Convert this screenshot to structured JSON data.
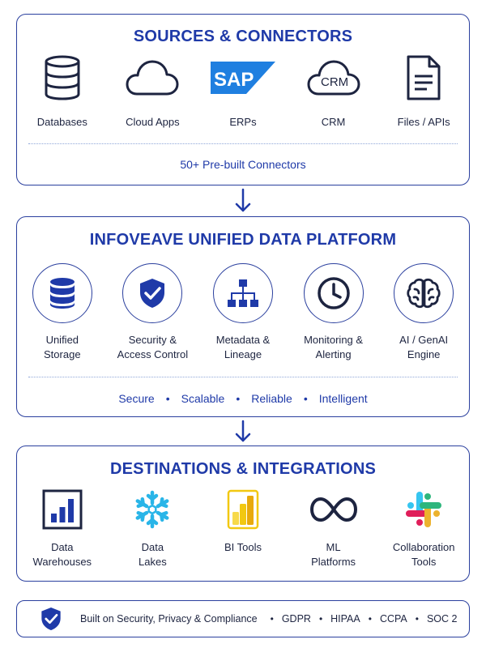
{
  "sources": {
    "title": "SOURCES & CONNECTORS",
    "items": [
      {
        "label": "Databases",
        "icon": "database-icon"
      },
      {
        "label": "Cloud Apps",
        "icon": "cloud-icon"
      },
      {
        "label": "ERPs",
        "icon": "sap-logo-icon"
      },
      {
        "label": "CRM",
        "icon": "crm-cloud-icon"
      },
      {
        "label": "Files / APIs",
        "icon": "file-icon"
      }
    ],
    "sap_text": "SAP",
    "crm_text": "CRM",
    "footer": "50+ Pre-built Connectors"
  },
  "platform": {
    "title": "INFOVEAVE UNIFIED DATA PLATFORM",
    "items": [
      {
        "line1": "Unified",
        "line2": "Storage",
        "icon": "storage-icon"
      },
      {
        "line1": "Security &",
        "line2": "Access Control",
        "icon": "shield-check-icon"
      },
      {
        "line1": "Metadata &",
        "line2": "Lineage",
        "icon": "hierarchy-icon"
      },
      {
        "line1": "Monitoring &",
        "line2": "Alerting",
        "icon": "clock-icon"
      },
      {
        "line1": "AI / GenAI",
        "line2": "Engine",
        "icon": "brain-icon"
      }
    ],
    "pillars": [
      "Secure",
      "Scalable",
      "Reliable",
      "Intelligent"
    ],
    "separator": "•"
  },
  "destinations": {
    "title": "DESTINATIONS & INTEGRATIONS",
    "items": [
      {
        "line1": "Data",
        "line2": "Warehouses",
        "icon": "bar-chart-icon"
      },
      {
        "line1": "Data",
        "line2": "Lakes",
        "icon": "snowflake-icon"
      },
      {
        "line1": "BI Tools",
        "line2": "",
        "icon": "power-bi-icon"
      },
      {
        "line1": "ML",
        "line2": "Platforms",
        "icon": "infinity-icon"
      },
      {
        "line1": "Collaboration",
        "line2": "Tools",
        "icon": "slack-icon"
      }
    ]
  },
  "compliance": {
    "text": "Built on Security, Privacy & Compliance",
    "badges": [
      "GDPR",
      "HIPAA",
      "CCPA",
      "SOC 2"
    ],
    "separator": "•"
  },
  "colors": {
    "primary": "#1f3aa8",
    "border": "#2a3f9e",
    "sap": "#1f7fe0",
    "snowflake": "#29b5e8",
    "powerbi": "#f2c811"
  }
}
